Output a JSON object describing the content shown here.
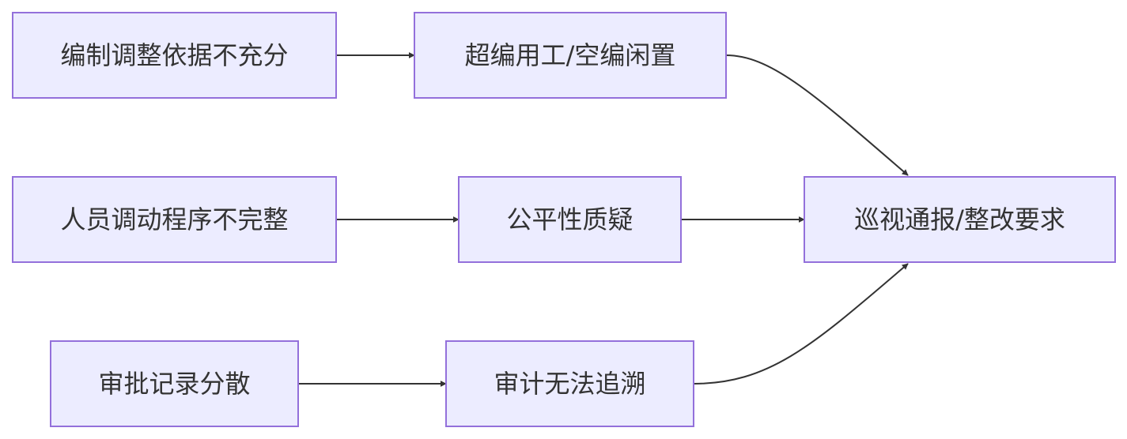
{
  "diagram": {
    "type": "flowchart",
    "nodes": {
      "n1": "编制调整依据不充分",
      "n2": "超编用工/空编闲置",
      "n3": "人员调动程序不完整",
      "n4": "公平性质疑",
      "n5": "审批记录分散",
      "n6": "审计无法追溯",
      "n7": "巡视通报/整改要求"
    },
    "edges": [
      {
        "from": "n1",
        "to": "n2"
      },
      {
        "from": "n3",
        "to": "n4"
      },
      {
        "from": "n5",
        "to": "n6"
      },
      {
        "from": "n2",
        "to": "n7"
      },
      {
        "from": "n4",
        "to": "n7"
      },
      {
        "from": "n6",
        "to": "n7"
      }
    ],
    "colors": {
      "node_fill": "#ECECFF",
      "node_stroke": "#9370DB",
      "edge": "#333333",
      "text": "#333333"
    }
  }
}
